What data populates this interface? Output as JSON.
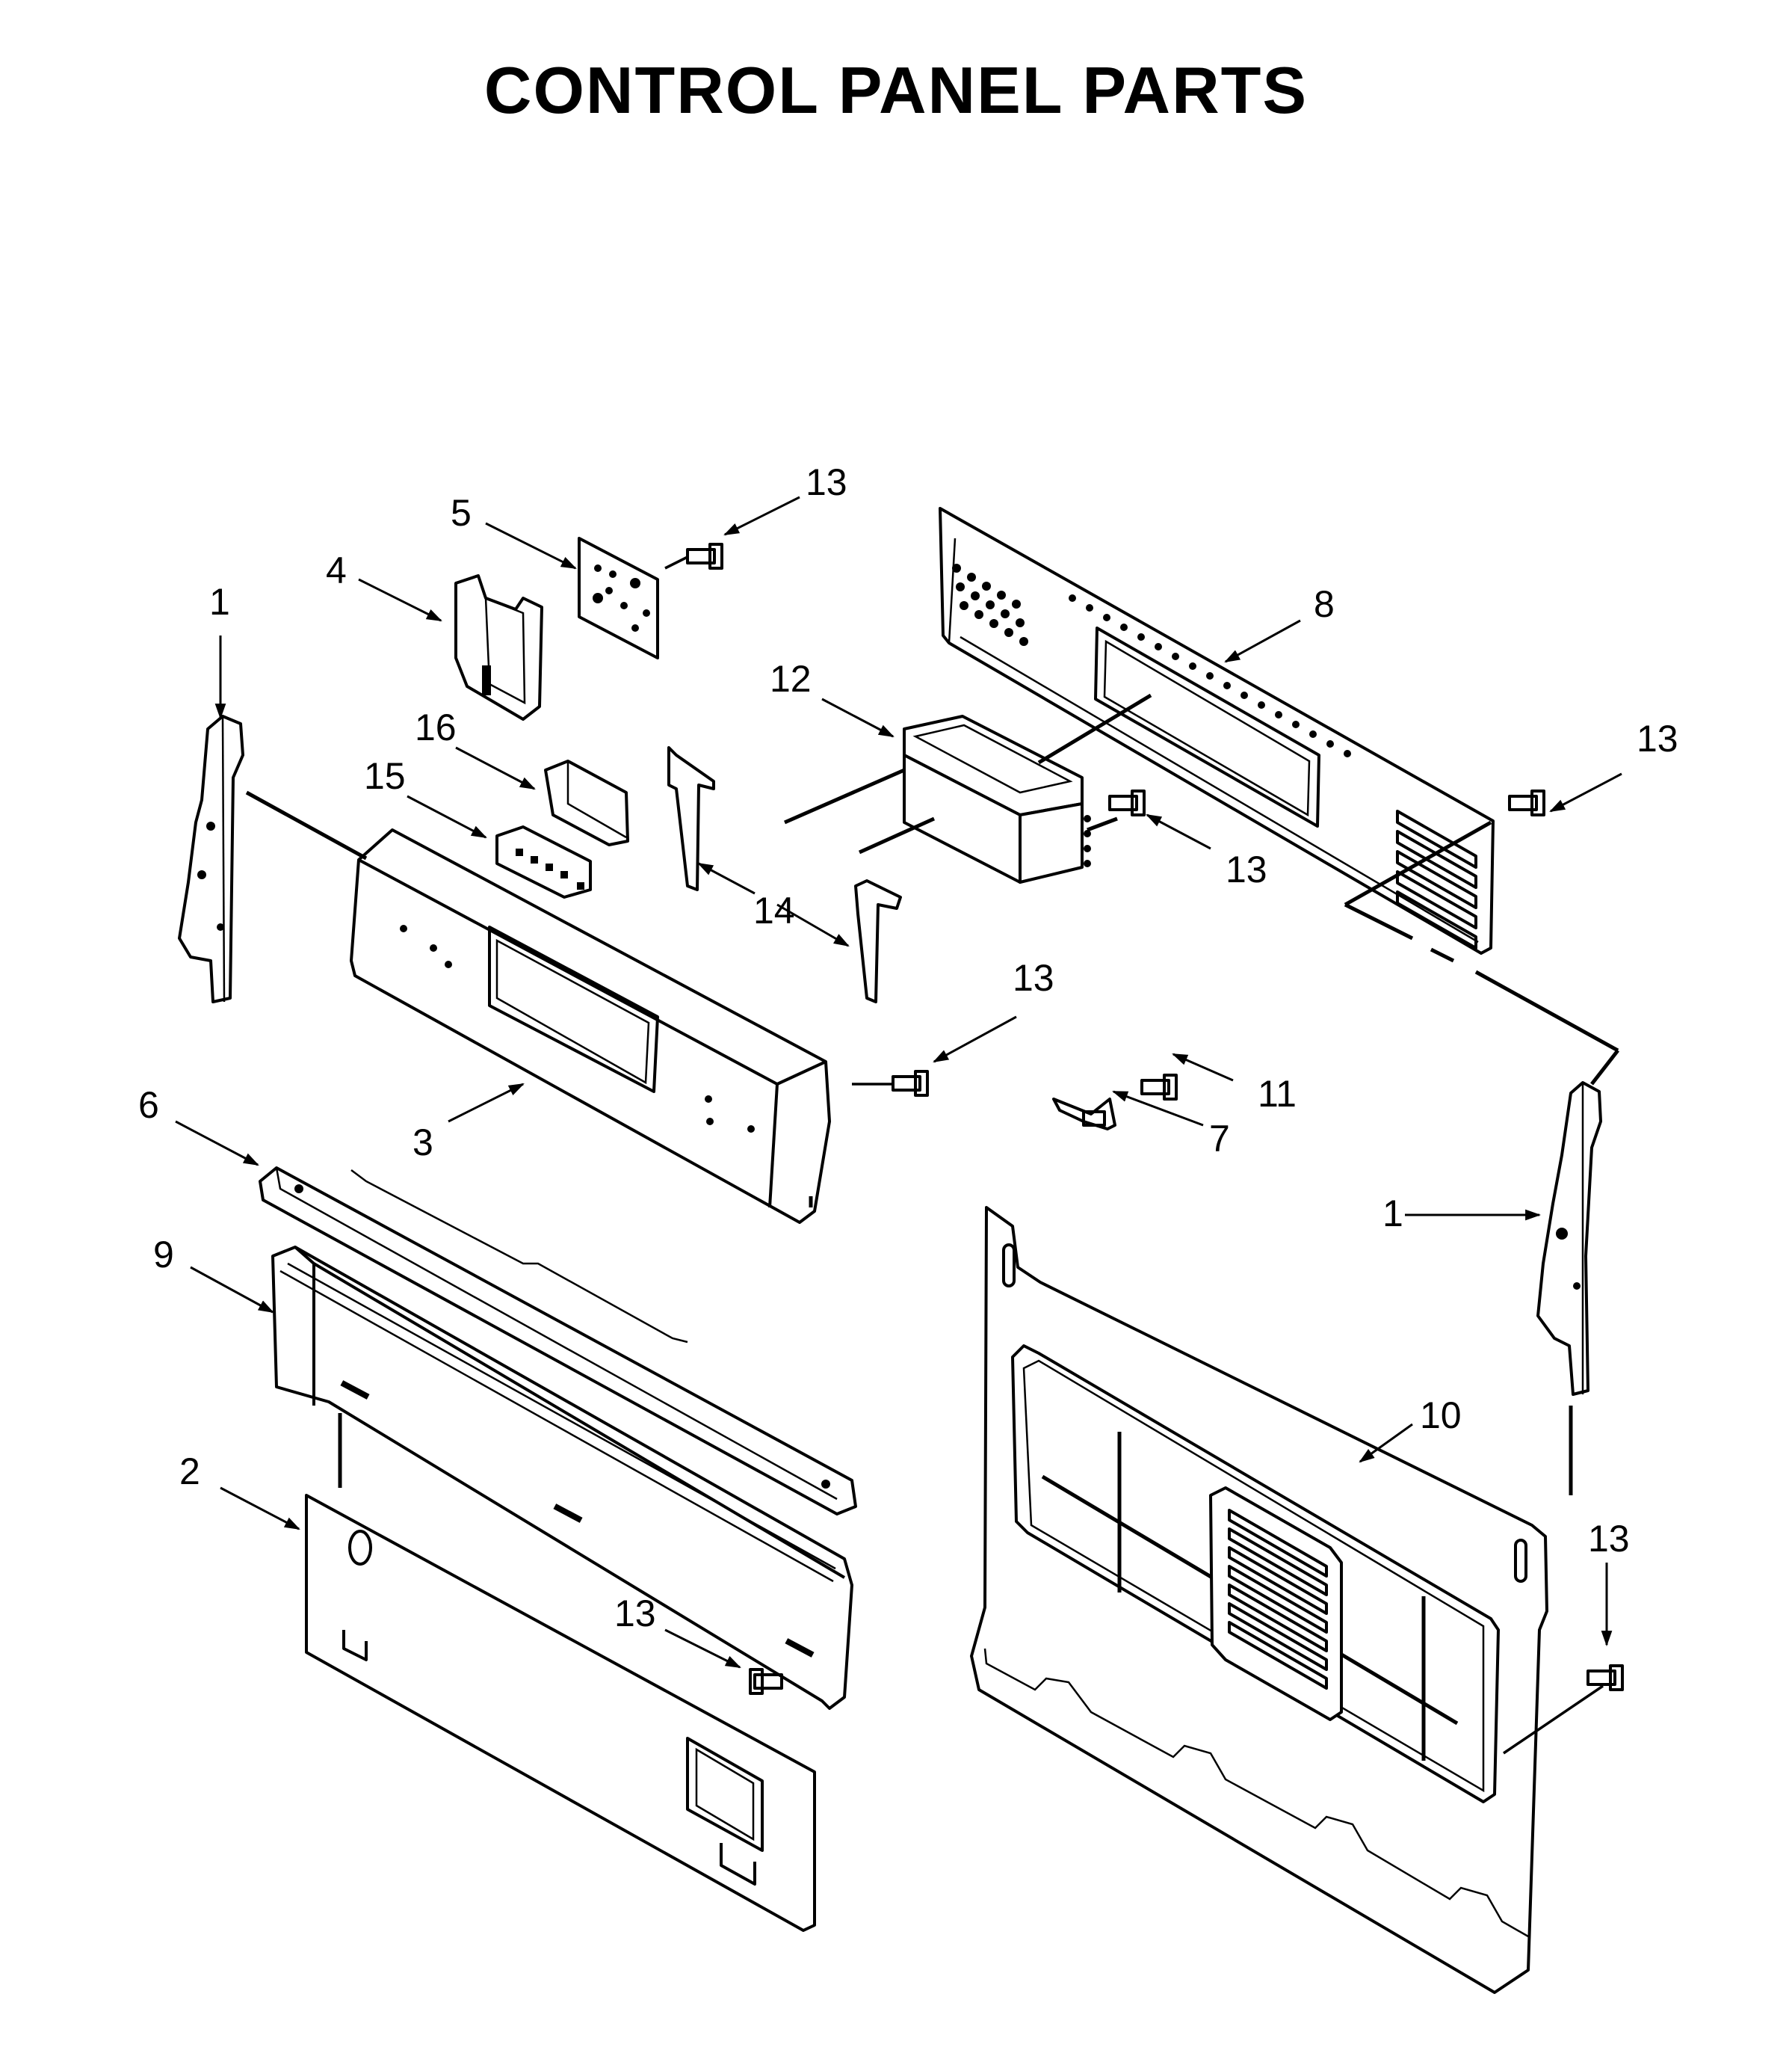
{
  "title": "CONTROL PANEL PARTS",
  "callouts": [
    "1",
    "5",
    "13",
    "4",
    "8",
    "12",
    "16",
    "13",
    "15",
    "14",
    "13",
    "13",
    "3",
    "11",
    "6",
    "7",
    "1",
    "9",
    "10",
    "2",
    "13",
    "13"
  ]
}
